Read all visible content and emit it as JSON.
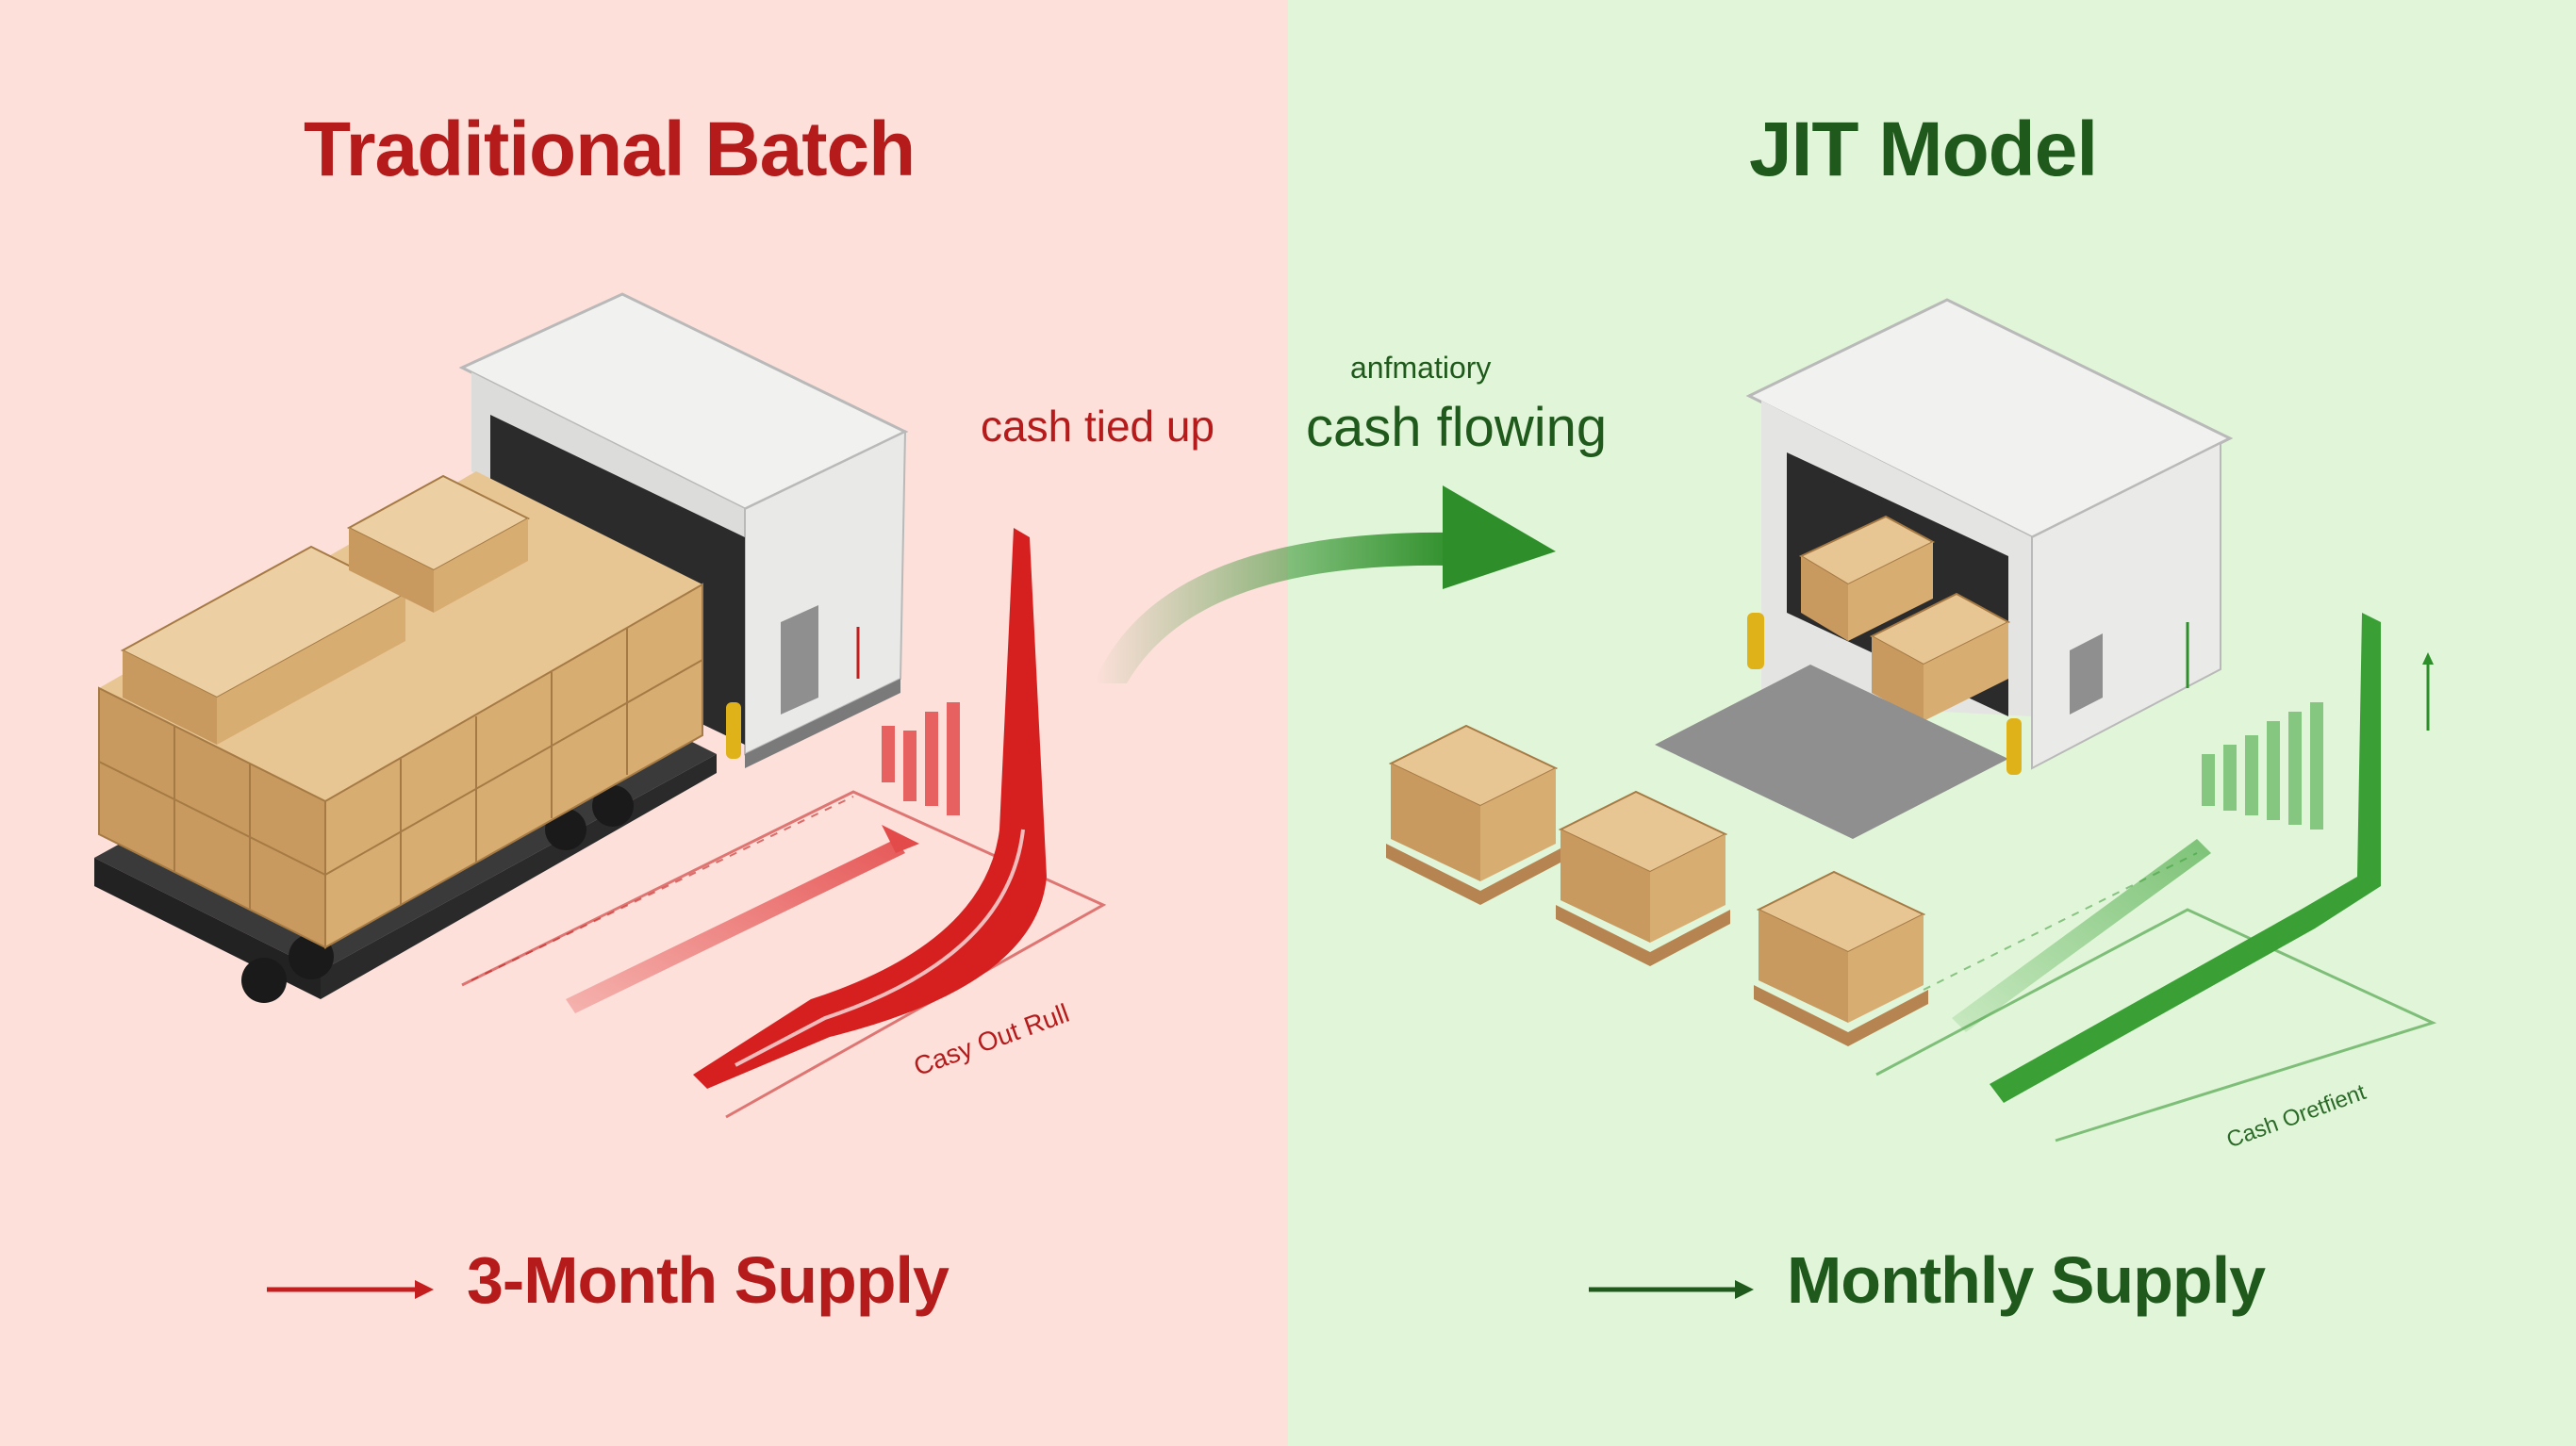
{
  "left": {
    "title": "Traditional Batch",
    "footer": "3-Month Supply",
    "annotation": "cash tied up",
    "axis_label": "Casy Out Rull",
    "color": "#c41e1e"
  },
  "right": {
    "title": "JIT Model",
    "footer": "Monthly Supply",
    "annotation": "cash flowing",
    "annotation_small": "anfmatiory",
    "axis_label": "Cash Oretfient",
    "color": "#2e8f2a"
  },
  "backgrounds": {
    "left": "#fde0da",
    "right": "#e1f6d9"
  },
  "icons": [
    "warehouse-icon",
    "truck-icon",
    "box-icon",
    "pallet-icon",
    "arrow-icon"
  ]
}
